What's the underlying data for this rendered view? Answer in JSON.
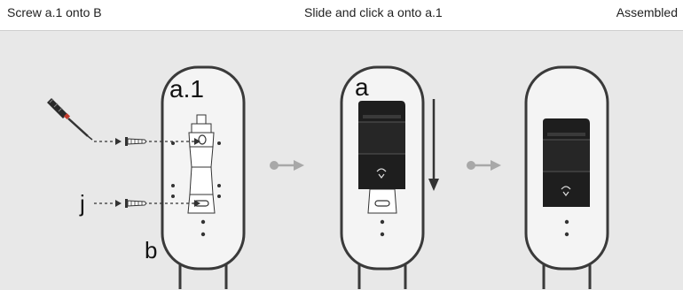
{
  "steps": [
    {
      "title": "Screw a.1 onto B"
    },
    {
      "title": "Slide and click a onto a.1"
    },
    {
      "title": "Assembled"
    }
  ],
  "callouts": {
    "bracket": "a.1",
    "dispenser": "a",
    "screw": "j",
    "post": "b"
  },
  "icons": [
    "screwdriver-icon",
    "screw-icon",
    "arrow-right-icon",
    "arrow-down-icon",
    "hand-sensor-icon"
  ],
  "colors": {
    "background": "#e8e8e8",
    "outline": "#3a3a3a",
    "dispenser_body": "#1e1e1e",
    "bracket": "#ffffff"
  }
}
